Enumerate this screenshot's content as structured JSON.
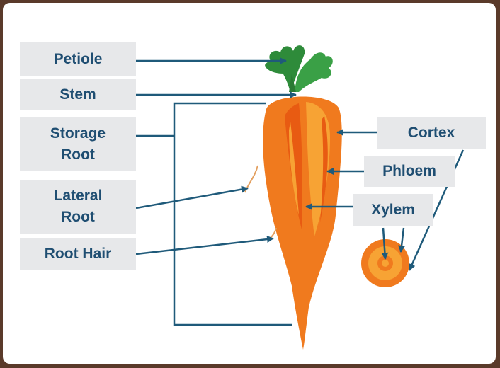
{
  "diagram": {
    "labels_left": {
      "petiole": "Petiole",
      "stem": "Stem",
      "storage_root": "Storage\nRoot",
      "lateral_root": "Lateral\nRoot",
      "root_hair": "Root Hair"
    },
    "labels_right": {
      "cortex": "Cortex",
      "phloem": "Phloem",
      "xylem": "Xylem"
    },
    "colors": {
      "label_bg": "#e7e8ea",
      "label_text": "#1f4e72",
      "arrow": "#1f5a7a",
      "carrot_orange": "#f07a1e",
      "carrot_inner": "#f7a334",
      "leaf_green": "#2e8b3a"
    }
  }
}
